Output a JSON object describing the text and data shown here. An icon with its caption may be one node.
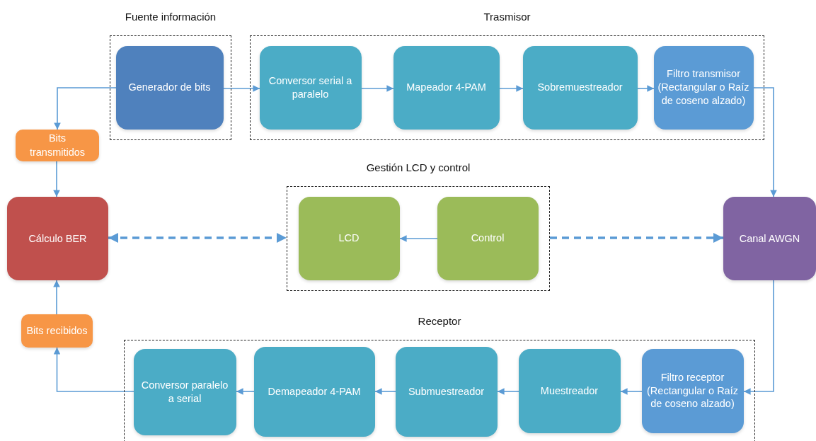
{
  "diagram": {
    "nodes": [
      {
        "text": [
          "Fuente información"
        ]
      },
      {
        "text": [
          "Generador de bits"
        ],
        "in": 0
      },
      {
        "text": [
          "Trasmisor"
        ]
      },
      {
        "text": [
          "Conversor serial a paralelo"
        ],
        "in": 2
      },
      {
        "text": [
          "Mapeador 4-PAM"
        ],
        "in": 2
      },
      {
        "text": [
          "Sobremuestreador"
        ],
        "in": 2
      },
      {
        "text": [
          "Filtro transmisor (Rectangular o Raíz de coseno alzado)"
        ],
        "in": 2
      },
      {
        "text": [
          "Bits transmitidos"
        ]
      },
      {
        "text": [
          "Cálculo BER"
        ]
      },
      {
        "text": [
          "Gestión LCD y control"
        ]
      },
      {
        "text": [
          "LCD"
        ],
        "in": 9
      },
      {
        "text": [
          "Control"
        ],
        "in": 9
      },
      {
        "text": [
          "Canal AWGN"
        ]
      },
      {
        "text": [
          "Bits recibidos"
        ]
      },
      {
        "text": [
          "Receptor"
        ]
      },
      {
        "text": [
          "Conversor paralelo a serial"
        ],
        "in": 14
      },
      {
        "text": [
          "Demapeador 4-PAM"
        ],
        "in": 14
      },
      {
        "text": [
          "Submuestreador"
        ],
        "in": 14
      },
      {
        "text": [
          "Muestreador"
        ],
        "in": 14
      },
      {
        "text": [
          "Filtro receptor (Rectangular o Raíz de coseno alzado)"
        ],
        "in": 14
      }
    ],
    "edges": [
      {
        "from": 1,
        "to": 3,
        "arrow": "to"
      },
      {
        "from": 3,
        "to": 4,
        "arrow": "to"
      },
      {
        "from": 4,
        "to": 5,
        "arrow": "to"
      },
      {
        "from": 5,
        "to": 6,
        "arrow": "to"
      },
      {
        "from": 6,
        "to": 12,
        "arrow": "to"
      },
      {
        "from": 1,
        "to": 7,
        "arrow": "to"
      },
      {
        "from": 7,
        "to": 8,
        "arrow": "to"
      },
      {
        "from": 8,
        "to": 9,
        "arrow": "both",
        "style": "dashed"
      },
      {
        "from": 11,
        "to": 10,
        "arrow": "to"
      },
      {
        "from": 9,
        "to": 12,
        "arrow": "to",
        "style": "dashed"
      },
      {
        "from": 12,
        "to": 19,
        "arrow": "to"
      },
      {
        "from": 19,
        "to": 18,
        "arrow": "to"
      },
      {
        "from": 18,
        "to": 17,
        "arrow": "to"
      },
      {
        "from": 17,
        "to": 16,
        "arrow": "to"
      },
      {
        "from": 16,
        "to": 15,
        "arrow": "to"
      },
      {
        "from": 15,
        "to": 13,
        "arrow": "to"
      },
      {
        "from": 13,
        "to": 8,
        "arrow": "to"
      }
    ]
  }
}
